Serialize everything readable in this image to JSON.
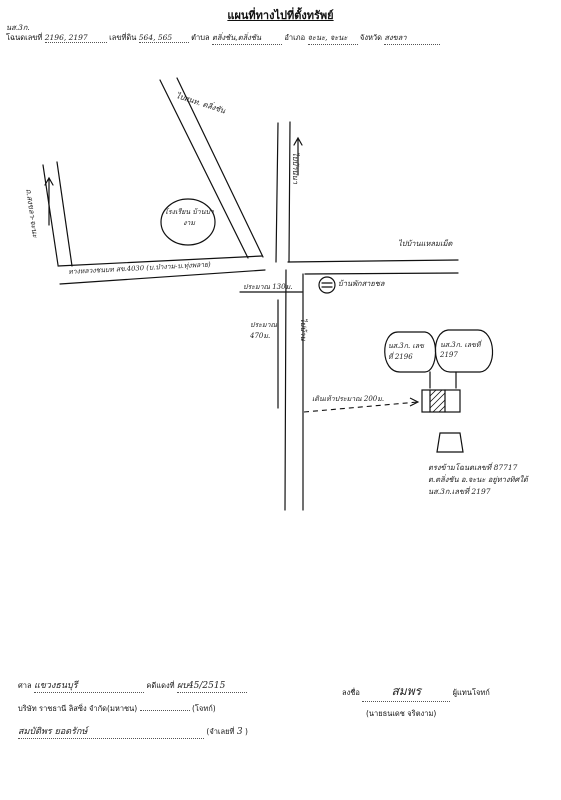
{
  "header": {
    "title": "แผนที่ทางไปที่ตั้งทรัพย์",
    "doc_type": "นส.3ก.",
    "parcel_label": "โฉนดเลขที่",
    "parcel_value": "2196, 2197",
    "land_no_label": "เลขที่ดิน",
    "land_no_value": "564, 565",
    "subdistrict_label": "ตำบล",
    "subdistrict_value": "ตลิ่งชัน,ตลิ่งชัน",
    "district_label": "อำเภอ",
    "district_value": "จะนะ, จะนะ",
    "province_label": "จังหวัด",
    "province_value": "สงขลา"
  },
  "map": {
    "to_school_road": "ไปสนท. ตลิ่งชัน",
    "school": "โรงเรียน บ้านป่างาม",
    "left_road": "ถ.สงขลา-จะนะ",
    "main_road": "ทางหลวงชนบท สข.4030 (บ.ป่างาม-บ.ทุ่งพลาย)",
    "north_road": "ไปบ้านนา",
    "east_road": "ไปบ้านแหลมเม็ด",
    "distance_130": "ประมาณ 130ม.",
    "landmark": "บ้านพักสายชล",
    "distance_470": "ประมาณ 470ม.",
    "south_road": "ไปบ้าน",
    "parcel_a": "นส.3ก. เลขที่ 2196",
    "parcel_b": "นส.3ก. เลขที่ 2197",
    "walk_note": "เดินเท้าประมาณ 200ม.",
    "opposite_note": "ตรงข้ามโฉนดเลขที่ 87717 ต.ตลิ่งชัน อ.จะนะ อยู่ทางทิศใต้ นส.3ก.เลขที่ 2197"
  },
  "footer": {
    "court_label": "ศาล",
    "court_value": "แขวงธนบุรี",
    "case_label": "คดีแดงที่",
    "case_value": "ผบ45/2515",
    "company": "บริษัท ราชธานี ลิสซิ่ง จำกัด(มหาชน)",
    "plaintiff_label": "(โจทก์)",
    "defendant_name": "สมบัติพร ยอดรักษ์",
    "defendant_label": "(จำเลยที่",
    "defendant_no": "3",
    "defendant_close": ")",
    "sign_label": "ลงชื่อ",
    "signature": "สมพร",
    "sign_role": "ผู้แทนโจทก์",
    "signer_name": "(นายธนเดช จริตงาม)"
  }
}
